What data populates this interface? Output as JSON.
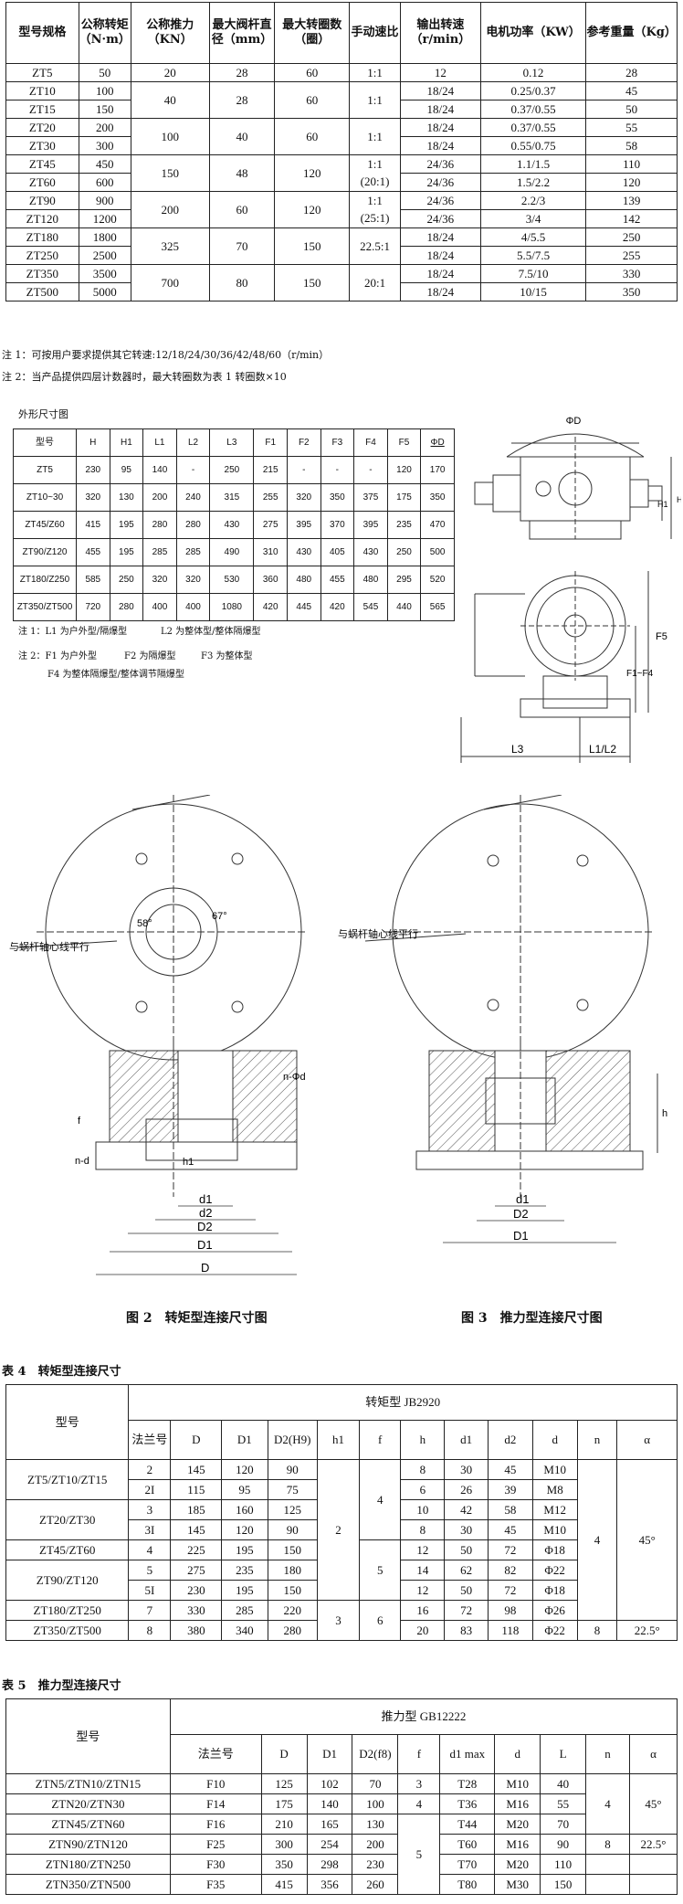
{
  "table1": {
    "headers": [
      "型号规格",
      "公称转矩（N·m）",
      "公称推力（KN）",
      "最大阀杆直径（mm）",
      "最大转圈数（圈）",
      "手动速比",
      "输出转速（r/min）",
      "电机功率（KW）",
      "参考重量（Kg）"
    ],
    "rows": [
      {
        "model": "ZT5",
        "torque": "50",
        "thrust": "20",
        "stem": "28",
        "turns": "60",
        "ratio": "1:1",
        "speed": "12",
        "power": "0.12",
        "weight": "28"
      },
      {
        "model": "ZT10",
        "torque": "100",
        "thrust": "40",
        "stem": "28",
        "turns": "60",
        "ratio": "1:1",
        "speed": "18/24",
        "power": "0.25/0.37",
        "weight": "45"
      },
      {
        "model": "ZT15",
        "torque": "150",
        "speed": "18/24",
        "power": "0.37/0.55",
        "weight": "50"
      },
      {
        "model": "ZT20",
        "torque": "200",
        "thrust": "100",
        "stem": "40",
        "turns": "60",
        "ratio": "1:1",
        "speed": "18/24",
        "power": "0.37/0.55",
        "weight": "55"
      },
      {
        "model": "ZT30",
        "torque": "300",
        "speed": "18/24",
        "power": "0.55/0.75",
        "weight": "58"
      },
      {
        "model": "ZT45",
        "torque": "450",
        "thrust": "150",
        "stem": "48",
        "turns": "120",
        "ratio": "1:1",
        "speed": "24/36",
        "power": "1.1/1.5",
        "weight": "110"
      },
      {
        "model": "ZT60",
        "torque": "600",
        "ratio": "(20:1)",
        "speed": "24/36",
        "power": "1.5/2.2",
        "weight": "120"
      },
      {
        "model": "ZT90",
        "torque": "900",
        "thrust": "200",
        "stem": "60",
        "turns": "120",
        "ratio": "1:1",
        "speed": "24/36",
        "power": "2.2/3",
        "weight": "139"
      },
      {
        "model": "ZT120",
        "torque": "1200",
        "ratio": "(25:1)",
        "speed": "24/36",
        "power": "3/4",
        "weight": "142"
      },
      {
        "model": "ZT180",
        "torque": "1800",
        "thrust": "325",
        "stem": "70",
        "turns": "150",
        "ratio": "22.5:1",
        "speed": "18/24",
        "power": "4/5.5",
        "weight": "250"
      },
      {
        "model": "ZT250",
        "torque": "2500",
        "speed": "18/24",
        "power": "5.5/7.5",
        "weight": "255"
      },
      {
        "model": "ZT350",
        "torque": "3500",
        "thrust": "700",
        "stem": "80",
        "turns": "150",
        "ratio": "20:1",
        "speed": "18/24",
        "power": "7.5/10",
        "weight": "330"
      },
      {
        "model": "ZT500",
        "torque": "5000",
        "speed": "18/24",
        "power": "10/15",
        "weight": "350"
      }
    ]
  },
  "notes1": [
    "注 1：可按用户要求提供其它转速:12/18/24/30/36/42/48/60（r/min）",
    "注 2：当产品提供四层计数器时，最大转圈数为表 1 转圈数×10"
  ],
  "dim_title": "外形尺寸图",
  "table2": {
    "headers": [
      "型号",
      "H",
      "H1",
      "L1",
      "L2",
      "L3",
      "F1",
      "F2",
      "F3",
      "F4",
      "F5",
      "ΦD"
    ],
    "rows": [
      [
        "ZT5",
        "230",
        "95",
        "140",
        "-",
        "250",
        "215",
        "-",
        "-",
        "-",
        "120",
        "170"
      ],
      [
        "ZT10~30",
        "320",
        "130",
        "200",
        "240",
        "315",
        "255",
        "320",
        "350",
        "375",
        "175",
        "350"
      ],
      [
        "ZT45/Z60",
        "415",
        "195",
        "280",
        "280",
        "430",
        "275",
        "395",
        "370",
        "395",
        "235",
        "470"
      ],
      [
        "ZT90/Z120",
        "455",
        "195",
        "285",
        "285",
        "490",
        "310",
        "430",
        "405",
        "430",
        "250",
        "500"
      ],
      [
        "ZT180/Z250",
        "585",
        "250",
        "320",
        "320",
        "530",
        "360",
        "480",
        "455",
        "480",
        "295",
        "520"
      ],
      [
        "ZT350/ZT500",
        "720",
        "280",
        "400",
        "400",
        "1080",
        "420",
        "445",
        "420",
        "545",
        "440",
        "565"
      ]
    ]
  },
  "notes2": {
    "n1a": "注 1：L1 为户外型/隔爆型",
    "n1b": "L2 为整体型/整体隔爆型",
    "n2a": "注 2：F1 为户外型",
    "n2b": "F2 为隔爆型",
    "n2c": "F3 为整体型",
    "n2d": "F4 为整体隔爆型/整体调节隔爆型"
  },
  "drawing_labels": {
    "phiD": "ΦD",
    "F5": "F5",
    "F1F4": "F1~F4",
    "L3": "L3",
    "L1L2": "L1/L2",
    "H": "H",
    "H1": "H1",
    "angle1": "58°",
    "angle2": "67°",
    "parallel": "与蜗杆轴心线平行",
    "nphid": "n-Φd",
    "nd": "n-d",
    "f": "f",
    "h1": "h1",
    "d1": "d1",
    "d2": "d2",
    "D2": "D2",
    "D1": "D1",
    "D": "D",
    "h": "h"
  },
  "fig2_caption": "图 2　转矩型连接尺寸图",
  "fig3_caption": "图 3　推力型连接尺寸图",
  "table4": {
    "title": "表 4　转矩型连接尺寸",
    "model_header": "型号",
    "group_header": "转矩型 JB2920",
    "headers": [
      "法兰号",
      "D",
      "D1",
      "D2(H9)",
      "h1",
      "f",
      "h",
      "d1",
      "d2",
      "d",
      "n",
      "α"
    ],
    "models": [
      "ZT5/ZT10/ZT15",
      "ZT20/ZT30",
      "ZT45/ZT60",
      "ZT90/ZT120",
      "ZT180/ZT250",
      "ZT350/ZT500"
    ],
    "h1_vals": [
      "2",
      "3"
    ],
    "f_vals": [
      "4",
      "5",
      "6"
    ],
    "n_vals": [
      "4",
      "8"
    ],
    "a_vals": [
      "45°",
      "22.5°"
    ],
    "rows": [
      [
        "2",
        "145",
        "120",
        "90",
        "8",
        "30",
        "45",
        "M10"
      ],
      [
        "2I",
        "115",
        "95",
        "75",
        "6",
        "26",
        "39",
        "M8"
      ],
      [
        "3",
        "185",
        "160",
        "125",
        "10",
        "42",
        "58",
        "M12"
      ],
      [
        "3I",
        "145",
        "120",
        "90",
        "8",
        "30",
        "45",
        "M10"
      ],
      [
        "4",
        "225",
        "195",
        "150",
        "12",
        "50",
        "72",
        "Φ18"
      ],
      [
        "5",
        "275",
        "235",
        "180",
        "14",
        "62",
        "82",
        "Φ22"
      ],
      [
        "5I",
        "230",
        "195",
        "150",
        "12",
        "50",
        "72",
        "Φ18"
      ],
      [
        "7",
        "330",
        "285",
        "220",
        "16",
        "72",
        "98",
        "Φ26"
      ],
      [
        "8",
        "380",
        "340",
        "280",
        "20",
        "83",
        "118",
        "Φ22"
      ]
    ]
  },
  "table5": {
    "title": "表 5　推力型连接尺寸",
    "model_header": "型号",
    "group_header": "推力型 GB12222",
    "headers": [
      "法兰号",
      "D",
      "D1",
      "D2(f8)",
      "f",
      "d1 max",
      "d",
      "L",
      "n",
      "α"
    ],
    "f_vals": [
      "3",
      "4",
      "5"
    ],
    "n_vals": [
      "4",
      "8"
    ],
    "a_vals": [
      "45°",
      "22.5°"
    ],
    "rows": [
      [
        "ZTN5/ZTN10/ZTN15",
        "F10",
        "125",
        "102",
        "70",
        "T28",
        "M10",
        "40"
      ],
      [
        "ZTN20/ZTN30",
        "F14",
        "175",
        "140",
        "100",
        "T36",
        "M16",
        "55"
      ],
      [
        "ZTN45/ZTN60",
        "F16",
        "210",
        "165",
        "130",
        "T44",
        "M20",
        "70"
      ],
      [
        "ZTN90/ZTN120",
        "F25",
        "300",
        "254",
        "200",
        "T60",
        "M16",
        "90"
      ],
      [
        "ZTN180/ZTN250",
        "F30",
        "350",
        "298",
        "230",
        "T70",
        "M20",
        "110"
      ],
      [
        "ZTN350/ZTN500",
        "F35",
        "415",
        "356",
        "260",
        "T80",
        "M30",
        "150"
      ]
    ]
  }
}
